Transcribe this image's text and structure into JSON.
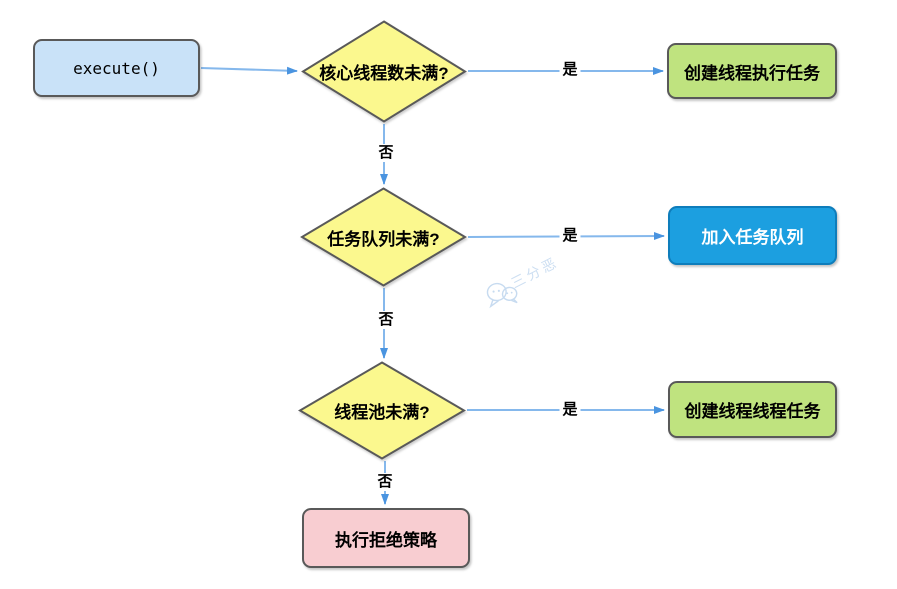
{
  "diagram": {
    "type": "flowchart",
    "topic": "thread-pool execute() decision flow",
    "nodes": {
      "start": {
        "label": "execute()",
        "shape": "rounded-rect",
        "fill": "#C9E2F8"
      },
      "q_core": {
        "label": "核心线程数未满?",
        "shape": "diamond",
        "fill": "#FBF88E"
      },
      "q_queue": {
        "label": "任务队列未满?",
        "shape": "diamond",
        "fill": "#FBF88E"
      },
      "q_pool": {
        "label": "线程池未满?",
        "shape": "diamond",
        "fill": "#FBF88E"
      },
      "create_run": {
        "label": "创建线程执行任务",
        "shape": "rounded-rect",
        "fill": "#BFE37F"
      },
      "enqueue": {
        "label": "加入任务队列",
        "shape": "rounded-rect",
        "fill": "#1C9FE0"
      },
      "create_task": {
        "label": "创建线程线程任务",
        "shape": "rounded-rect",
        "fill": "#BFE37F"
      },
      "reject": {
        "label": "执行拒绝策略",
        "shape": "rounded-rect",
        "fill": "#F8CDD1"
      }
    },
    "edges": [
      {
        "from": "start",
        "to": "q_core",
        "label": ""
      },
      {
        "from": "q_core",
        "to": "create_run",
        "label": "是"
      },
      {
        "from": "q_core",
        "to": "q_queue",
        "label": "否"
      },
      {
        "from": "q_queue",
        "to": "enqueue",
        "label": "是"
      },
      {
        "from": "q_queue",
        "to": "q_pool",
        "label": "否"
      },
      {
        "from": "q_pool",
        "to": "create_task",
        "label": "是"
      },
      {
        "from": "q_pool",
        "to": "reject",
        "label": "否"
      }
    ],
    "watermark": {
      "text": "三分恶",
      "icon": "wechat-logo"
    },
    "colors": {
      "start_fill": "#C9E2F8",
      "decision_fill": "#FBF88E",
      "create_fill": "#BFE37F",
      "enqueue_fill": "#1C9FE0",
      "reject_fill": "#F8CDD1",
      "shape_border": "#595959",
      "enqueue_border": "#0E7DBB",
      "arrow_line": "#85B8EC",
      "arrow_head": "#4A94E0",
      "enqueue_text": "#FFFFFF",
      "watermark_color": "#CDDFF2"
    }
  }
}
